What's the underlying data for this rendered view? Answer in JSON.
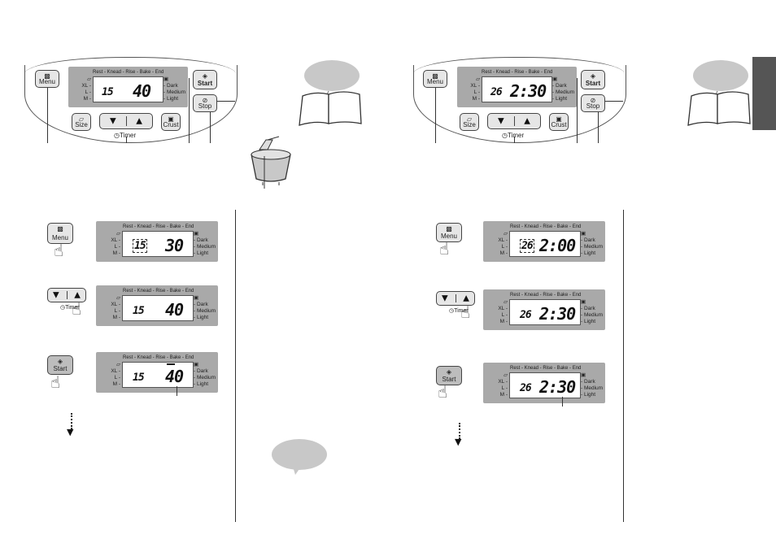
{
  "colors": {
    "panel": "#ececec",
    "lcd": "#a9a9a9",
    "bubble": "#c8c8c8",
    "tab": "#555555"
  },
  "panel": {
    "menu_label": "Menu",
    "size_label": "Size",
    "crust_label": "Crust",
    "timer_label": "Timer",
    "start_label": "Start",
    "stop_label": "Stop"
  },
  "lcd": {
    "phases": "Rest - Knead - Rise - Bake - End",
    "size_xl": "XL -",
    "size_l": "L -",
    "size_m": "M -",
    "crust_dark": "- Dark",
    "crust_medium": "- Medium",
    "crust_light": "- Light"
  },
  "left": {
    "panel_display": {
      "menu_no": "15",
      "time": "40"
    },
    "step1": {
      "menu_no": "15",
      "time": "30"
    },
    "step2": {
      "menu_no": "15",
      "time": "40"
    },
    "step3": {
      "menu_no": "15",
      "time": "40"
    }
  },
  "right": {
    "panel_display": {
      "menu_no": "26",
      "time": "2:30"
    },
    "step1": {
      "menu_no": "26",
      "time": "2:00"
    },
    "step2": {
      "menu_no": "26",
      "time": "2:30"
    },
    "step3": {
      "menu_no": "26",
      "time": "2:30"
    }
  }
}
